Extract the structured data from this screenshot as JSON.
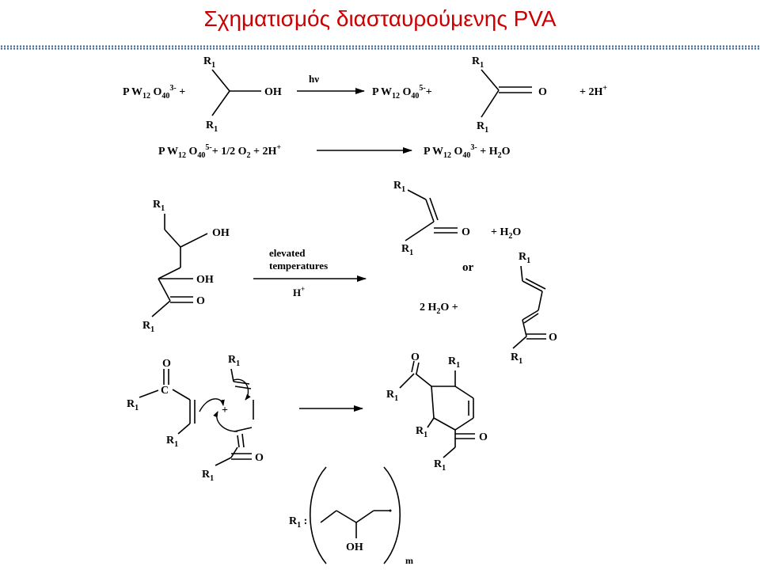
{
  "title": "Σχηματισμός διασταυρούμενης PVA",
  "scheme": {
    "r1": "R1",
    "oh": "OH",
    "o": "O",
    "c": "C",
    "plus": "+",
    "hv": "hν",
    "eq1": {
      "reactant": "P W12 O40 3−",
      "product": "P W12 O40 5−",
      "protons": "2H+"
    },
    "eq2": {
      "left": "P W12 O40 5− + 1/2 O2 + 2H+",
      "right": "P W12 O40 3− + H2O"
    },
    "eq3": {
      "arrow_label_line1": "elevated",
      "arrow_label_line2": "temperatures",
      "arrow_label_below": "H+",
      "h2o": "H2O",
      "or": "or",
      "two_h2o": "2 H2O"
    },
    "eq4": {
      "subscript_m": "m"
    }
  }
}
